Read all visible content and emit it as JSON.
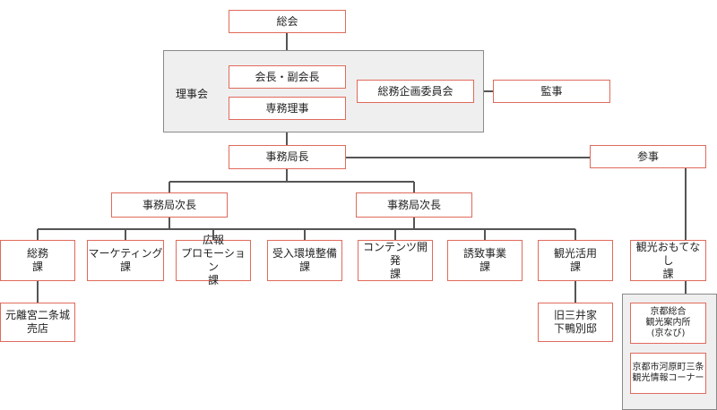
{
  "org": {
    "general_meeting": "総会",
    "board": {
      "label": "理事会",
      "chair": "会長・副会長",
      "executive_director": "専務理事",
      "planning_committee": "総務企画委員会"
    },
    "auditor": "監事",
    "secretary_general": "事務局長",
    "counselor": "参事",
    "deputy_left": "事務局次長",
    "deputy_right": "事務局次長",
    "sections": [
      "総務\n課",
      "マーケティング\n課",
      "広報\nプロモーション\n課",
      "受入環境整備\n課",
      "コンテンツ開発\n課",
      "誘致事業\n課",
      "観光活用\n課",
      "観光おもてなし\n課"
    ],
    "sub_units": {
      "souvenir_shop": "元離宮二条城\n売店",
      "mitsui_house": "旧三井家\n下鴨別邸",
      "info_center": "京都総合\n観光案内所\n(京なび)",
      "info_corner": "京都市河原町三条\n観光情報コーナー"
    }
  },
  "colors": {
    "box_border": "#e06a5c",
    "line": "#555555",
    "group_fill": "#efefef"
  }
}
